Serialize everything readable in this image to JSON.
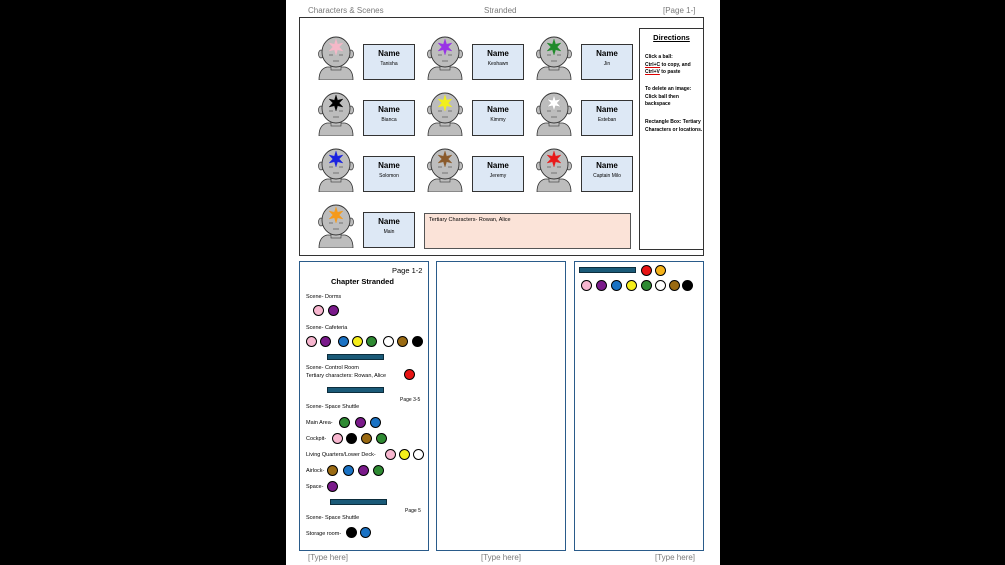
{
  "header": {
    "left": "Characters & Scenes",
    "center": "Stranded",
    "right": "[Page 1-]"
  },
  "footer": {
    "left": "[Type here]",
    "center": "[Type here]",
    "right": "[Type here]"
  },
  "directions": {
    "title": "Directions",
    "line1": "Click a ball:",
    "copy_key": "Ctrl+C",
    "copy_text": " to copy, and",
    "paste_key": "Ctrl+V",
    "paste_text": " to paste",
    "delete_text": "To delete an image: Click ball then backspace",
    "rect_text": "Rectangle Box: Tertiary Characters or locations."
  },
  "characters": [
    {
      "label": "Name",
      "name": "Tanisha",
      "color": "#f5b8c8"
    },
    {
      "label": "Name",
      "name": "Keshawn",
      "color": "#9933e6"
    },
    {
      "label": "Name",
      "name": "Jin",
      "color": "#1f8a2a"
    },
    {
      "label": "Name",
      "name": "Bianca",
      "color": "#000000"
    },
    {
      "label": "Name",
      "name": "Kimmy",
      "color": "#f2ef1c"
    },
    {
      "label": "Name",
      "name": "Esteban",
      "color": "#ffffff"
    },
    {
      "label": "Name",
      "name": "Solomon",
      "color": "#1a22e0"
    },
    {
      "label": "Name",
      "name": "Jeremy",
      "color": "#8a5a2b"
    },
    {
      "label": "Name",
      "name": "Captain Milo",
      "color": "#e81a1a"
    },
    {
      "label": "Name",
      "name": "Main",
      "color": "#f59a1c"
    }
  ],
  "tertiary_box": "Tertiary Characters- Rowan, Alice",
  "chapter": {
    "page_label": "Page 1-2",
    "title": "Chapter Stranded",
    "scene_dorms": "Scene- Dorms",
    "scene_cafeteria": "Scene- Cafeteria",
    "scene_control": "Scene- Control Room",
    "tertiary_control": "Tertiary characters:  Rowan, Alice",
    "page_3_5": "Page 3-5",
    "scene_shuttle": "Scene- Space Shuttle",
    "main_area": "Main Area-",
    "cockpit": "Cockpit-",
    "living": "Living Quarters/Lower Deck-",
    "airlock": "Airlock-",
    "space": "Space-",
    "page_5": "Page 5",
    "scene_shuttle2": "Scene- Space Shuttle",
    "storage": "Storage room-"
  },
  "colors": {
    "pink": "#f7b6cf",
    "purple": "#7a1a8a",
    "blue": "#1a72c4",
    "yellow": "#f5ee1a",
    "green": "#2e8a32",
    "white": "#ffffff",
    "brown": "#9a6a12",
    "black": "#000000",
    "red": "#e81414",
    "orange": "#f5b21a",
    "bar": "#1a5a78"
  }
}
